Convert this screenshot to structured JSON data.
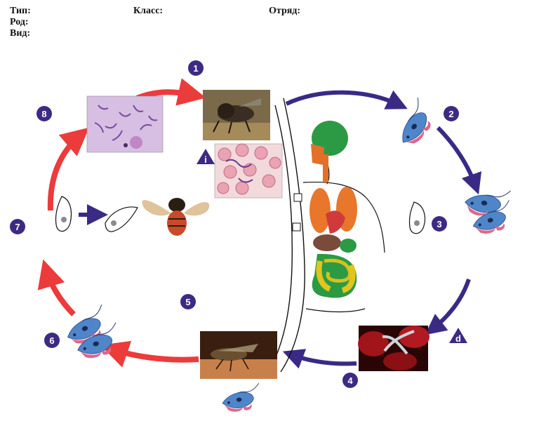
{
  "header": {
    "type_label": "Тип:",
    "class_label": "Класс:",
    "order_label": "Отряд:",
    "genus_label": "Род:",
    "species_label": "Вид:"
  },
  "stages": {
    "s1": "1",
    "s2": "2",
    "s3": "3",
    "s4": "4",
    "s5": "5",
    "s6": "6",
    "s7": "7",
    "s8": "8"
  },
  "triangle_markers": {
    "i": "i",
    "d": "d"
  },
  "colors": {
    "red_arrow": "#ec3b3b",
    "purple_arrow": "#3a2a86",
    "badge": "#3d2a82",
    "trypanosome": "#4f86c9",
    "trypanosome_membrane": "#e0658c"
  },
  "icons": {
    "microscopy_slide": "trypanosome-smear-image",
    "tsetse_fly_photo": "tsetse-fly-image",
    "blood_smear": "blood-smear-image",
    "tsetse_fly_drawing": "fly-drawing",
    "human_body": "human-anatomy",
    "blood_cells": "red-blood-cells-image",
    "biting_fly": "biting-fly-image"
  }
}
